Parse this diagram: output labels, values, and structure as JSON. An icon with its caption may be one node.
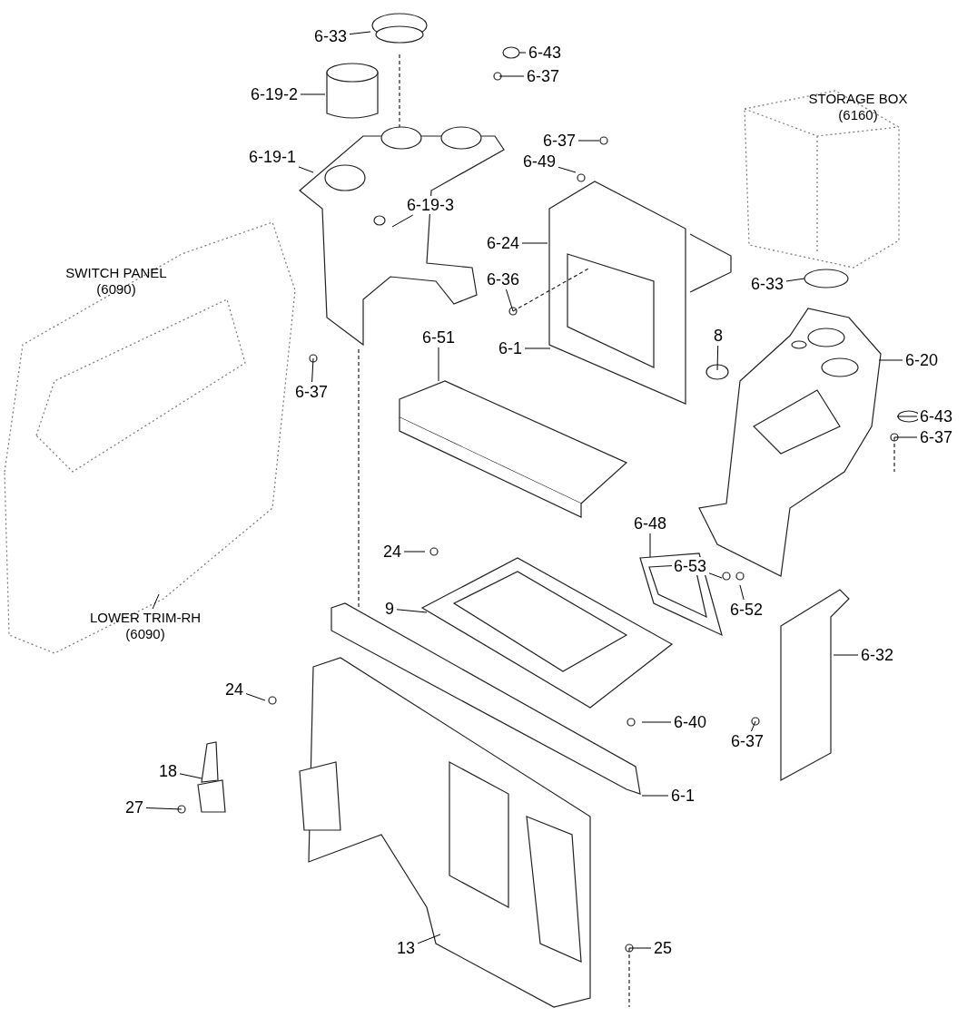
{
  "diagram": {
    "nodes": [
      {
        "text": [
          "6-33"
        ]
      },
      {
        "text": [
          "6-43"
        ]
      },
      {
        "text": [
          "6-37"
        ]
      },
      {
        "text": [
          "6-19-2"
        ]
      },
      {
        "text": [
          "6-37"
        ]
      },
      {
        "text": [
          "6-19-1"
        ]
      },
      {
        "text": [
          "6-49"
        ]
      },
      {
        "text": [
          "6-19-3"
        ]
      },
      {
        "text": [
          "6-24"
        ]
      },
      {
        "text": [
          "6-36"
        ]
      },
      {
        "text": [
          "6-33"
        ]
      },
      {
        "text": [
          "8"
        ]
      },
      {
        "text": [
          "6-1"
        ]
      },
      {
        "text": [
          "6-51"
        ]
      },
      {
        "text": [
          "6-20"
        ]
      },
      {
        "text": [
          "6-37"
        ]
      },
      {
        "text": [
          "6-43"
        ]
      },
      {
        "text": [
          "6-37"
        ]
      },
      {
        "text": [
          "6-48"
        ]
      },
      {
        "text": [
          "24"
        ]
      },
      {
        "text": [
          "6-53"
        ]
      },
      {
        "text": [
          "9"
        ]
      },
      {
        "text": [
          "6-52"
        ]
      },
      {
        "text": [
          "LOWER TRIM-RH (6090)"
        ]
      },
      {
        "text": [
          "6-32"
        ]
      },
      {
        "text": [
          "24"
        ]
      },
      {
        "text": [
          "6-40"
        ]
      },
      {
        "text": [
          "6-37"
        ]
      },
      {
        "text": [
          "18"
        ]
      },
      {
        "text": [
          "27"
        ]
      },
      {
        "text": [
          "6-1"
        ]
      },
      {
        "text": [
          "13"
        ]
      },
      {
        "text": [
          "25"
        ]
      }
    ],
    "edges": [
      {
        "from": 0,
        "to": null,
        "arrow": "none"
      },
      {
        "from": 1,
        "to": null,
        "arrow": "none"
      },
      {
        "from": 2,
        "to": null,
        "arrow": "none"
      },
      {
        "from": 3,
        "to": null,
        "arrow": "none"
      },
      {
        "from": 4,
        "to": null,
        "arrow": "none"
      },
      {
        "from": 5,
        "to": null,
        "arrow": "none"
      },
      {
        "from": 6,
        "to": null,
        "arrow": "none"
      },
      {
        "from": 7,
        "to": null,
        "arrow": "none"
      },
      {
        "from": 8,
        "to": null,
        "arrow": "none"
      },
      {
        "from": 9,
        "to": null,
        "arrow": "none"
      },
      {
        "from": 10,
        "to": null,
        "arrow": "none"
      },
      {
        "from": 11,
        "to": null,
        "arrow": "none"
      },
      {
        "from": 12,
        "to": null,
        "arrow": "none"
      },
      {
        "from": 13,
        "to": null,
        "arrow": "none"
      },
      {
        "from": 14,
        "to": null,
        "arrow": "none"
      },
      {
        "from": 15,
        "to": null,
        "arrow": "none"
      },
      {
        "from": 16,
        "to": null,
        "arrow": "none"
      },
      {
        "from": 17,
        "to": null,
        "arrow": "none"
      },
      {
        "from": 18,
        "to": null,
        "arrow": "none"
      },
      {
        "from": 19,
        "to": null,
        "arrow": "none"
      },
      {
        "from": 20,
        "to": null,
        "arrow": "none"
      },
      {
        "from": 21,
        "to": null,
        "arrow": "none"
      },
      {
        "from": 22,
        "to": null,
        "arrow": "none"
      },
      {
        "from": 23,
        "to": null,
        "arrow": "none"
      },
      {
        "from": 24,
        "to": null,
        "arrow": "none"
      },
      {
        "from": 25,
        "to": null,
        "arrow": "none"
      },
      {
        "from": 26,
        "to": null,
        "arrow": "none"
      },
      {
        "from": 27,
        "to": null,
        "arrow": "none"
      },
      {
        "from": 28,
        "to": null,
        "arrow": "none"
      },
      {
        "from": 29,
        "to": null,
        "arrow": "none"
      },
      {
        "from": 30,
        "to": null,
        "arrow": "none"
      },
      {
        "from": 31,
        "to": null,
        "arrow": "none"
      },
      {
        "from": 32,
        "to": null,
        "arrow": "none"
      }
    ],
    "labels": [
      "STORAGE BOX (6160)",
      "SWITCH PANEL (6090)"
    ]
  }
}
